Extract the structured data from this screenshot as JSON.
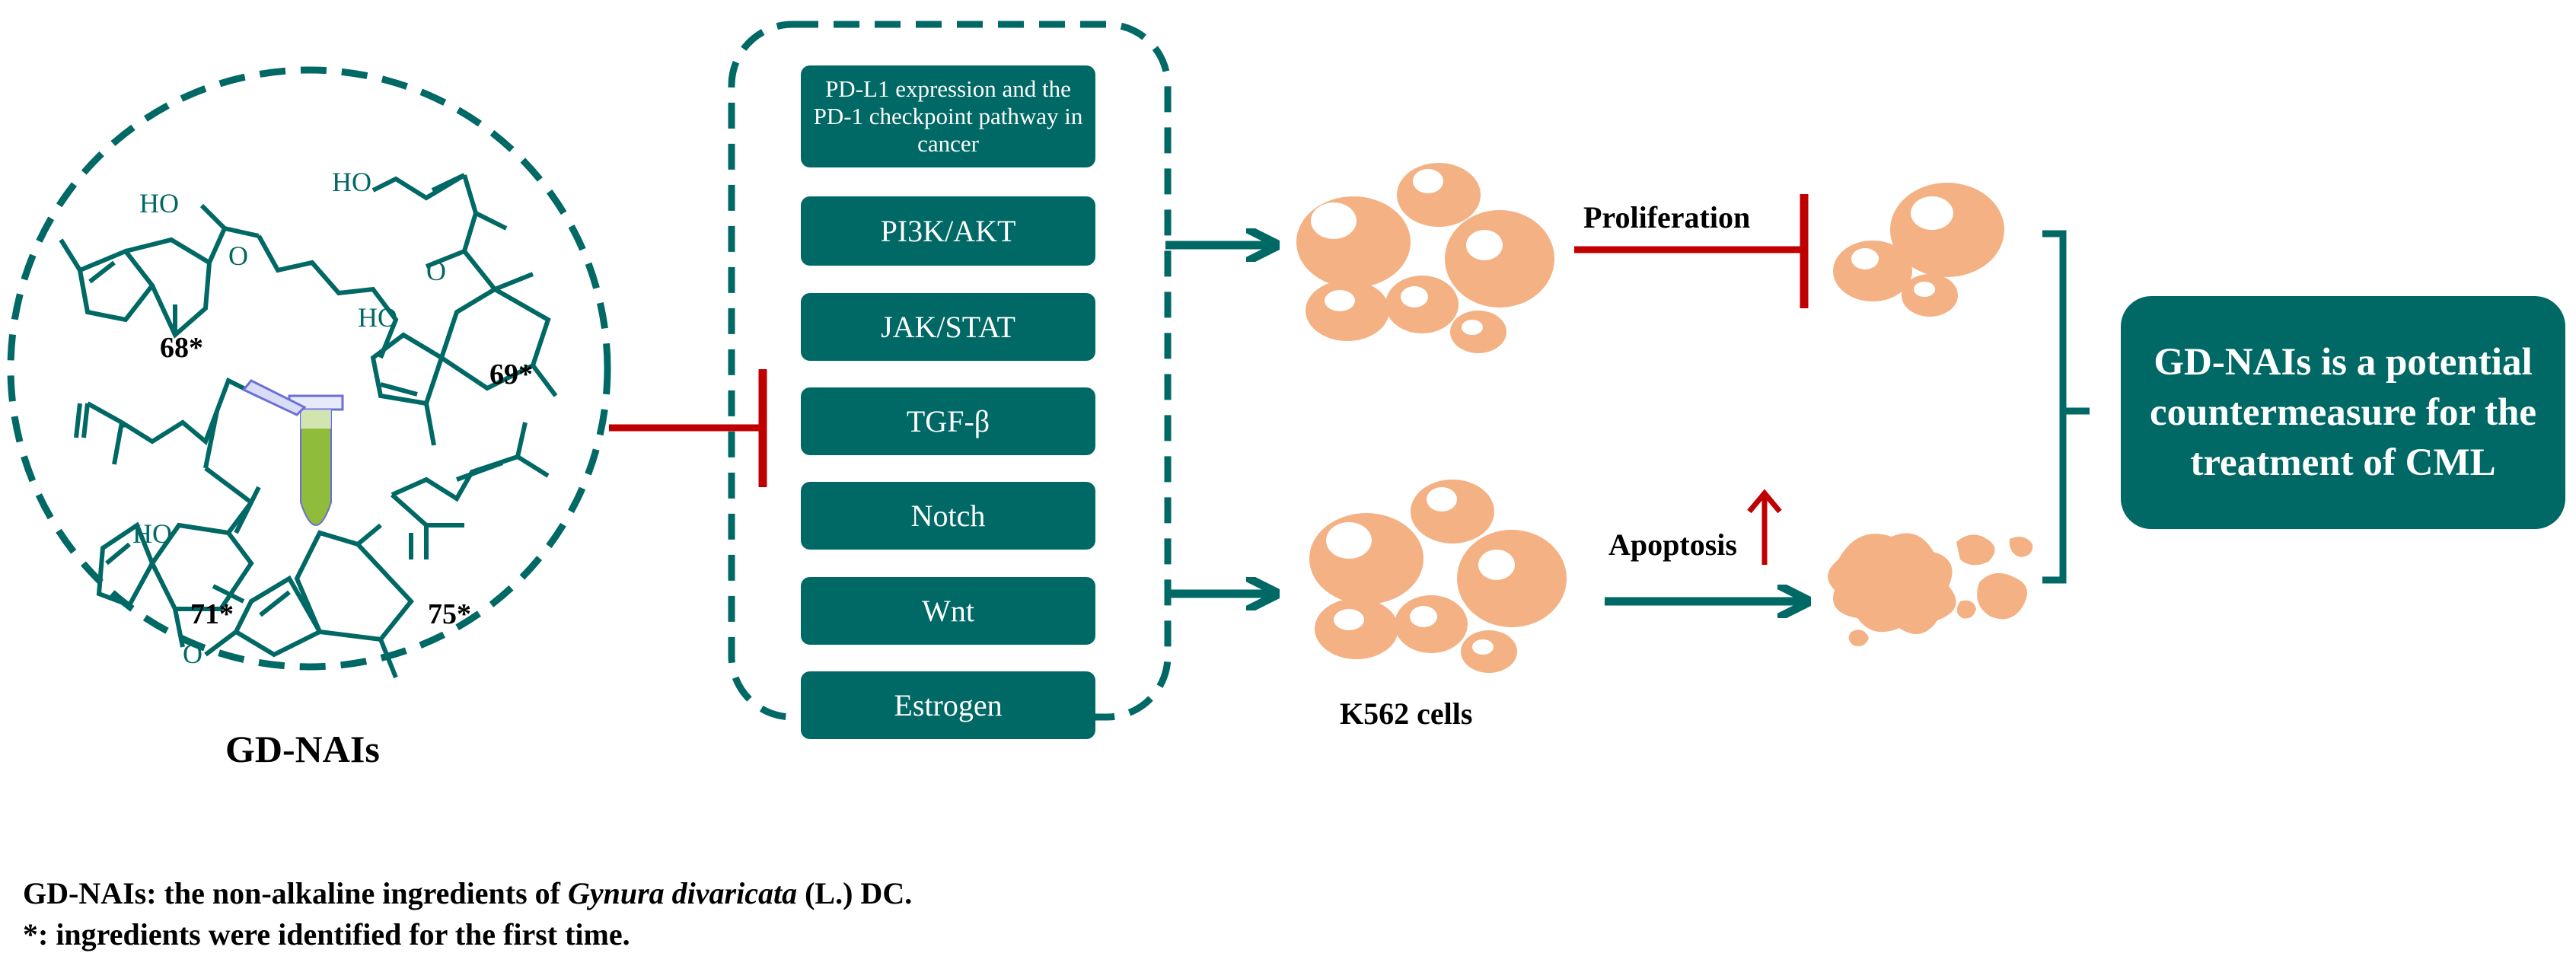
{
  "compounds": {
    "c68": "68*",
    "c69": "69*",
    "c71": "71*",
    "c75": "75*",
    "group_label": "GD-NAIs",
    "atoms": {
      "oh": "HO",
      "o": "O"
    }
  },
  "pathways": [
    "PD-L1 expression and the PD-1 checkpoint pathway in cancer",
    "PI3K/AKT",
    "JAK/STAT",
    "TGF-β",
    "Notch",
    "Wnt",
    "Estrogen"
  ],
  "effects": {
    "proliferation": "Proliferation",
    "apoptosis": "Apoptosis",
    "cell_label": "K562 cells"
  },
  "conclusion": "GD-NAIs is a potential countermeasure for the treatment of CML",
  "footnotes": {
    "line1_prefix": "GD-NAIs: the non-alkaline ingredients of ",
    "line1_species": "Gynura divaricata",
    "line1_suffix": " (L.) DC.",
    "line2": "*: ingredients were identified for the first time."
  },
  "colors": {
    "teal": "#006865",
    "inhibit_red": "#c00000",
    "cell_fill": "#f4b183",
    "cell_highlight": "#ffffff",
    "tube_green": "#8fbc3a"
  }
}
